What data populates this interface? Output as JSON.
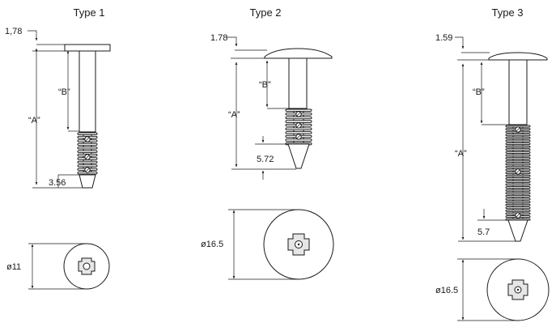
{
  "types": [
    {
      "title": "Type 1",
      "head_thickness": "1,78",
      "dim_a": "“A”",
      "dim_b": "“B”",
      "tip_length": "3.56",
      "diameter": "ø11"
    },
    {
      "title": "Type 2",
      "head_thickness": "1.78",
      "dim_a": "“A”",
      "dim_b": "“B”",
      "tip_length": "5.72",
      "diameter": "ø16.5"
    },
    {
      "title": "Type 3",
      "head_thickness": "1.59",
      "dim_a": "“A”",
      "dim_b": "“B”",
      "tip_length": "5.7",
      "diameter": "ø16.5"
    }
  ]
}
